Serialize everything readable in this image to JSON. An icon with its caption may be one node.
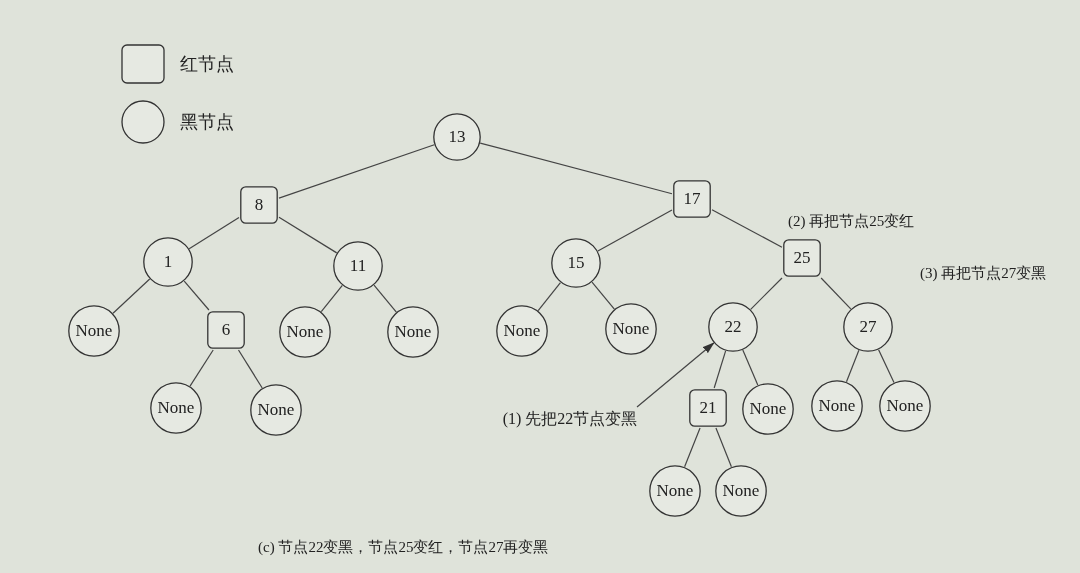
{
  "diagram": {
    "caption": "(c) 节点22变黑，节点25变红，节点27再变黑",
    "nodes": [
      {
        "text": [
          "13"
        ]
      },
      {
        "text": [
          "8"
        ]
      },
      {
        "text": [
          "17"
        ]
      },
      {
        "text": [
          "1"
        ]
      },
      {
        "text": [
          "11"
        ]
      },
      {
        "text": [
          "15"
        ]
      },
      {
        "text": [
          "25"
        ],
        "beside": [
          "(2) 再把节点25变红"
        ]
      },
      {
        "text": [
          "None"
        ]
      },
      {
        "text": [
          "6"
        ]
      },
      {
        "text": [
          "None"
        ]
      },
      {
        "text": [
          "None"
        ]
      },
      {
        "text": [
          "None"
        ]
      },
      {
        "text": [
          "None"
        ]
      },
      {
        "text": [
          "22"
        ]
      },
      {
        "text": [
          "27"
        ],
        "beside": [
          "(3) 再把节点27变黑"
        ]
      },
      {
        "text": [
          "None"
        ]
      },
      {
        "text": [
          "None"
        ]
      },
      {
        "text": [
          "21"
        ]
      },
      {
        "text": [
          "None"
        ]
      },
      {
        "text": [
          "None"
        ]
      },
      {
        "text": [
          "None"
        ]
      },
      {
        "text": [
          "None"
        ]
      },
      {
        "text": [
          "None"
        ]
      },
      {
        "text": [
          "(1) 先把22节点变黑"
        ]
      }
    ],
    "edges": [
      {
        "from": 0,
        "to": 1,
        "arrow": "none"
      },
      {
        "from": 0,
        "to": 2,
        "arrow": "none"
      },
      {
        "from": 1,
        "to": 3,
        "arrow": "none"
      },
      {
        "from": 1,
        "to": 4,
        "arrow": "none"
      },
      {
        "from": 2,
        "to": 5,
        "arrow": "none"
      },
      {
        "from": 2,
        "to": 6,
        "arrow": "none"
      },
      {
        "from": 3,
        "to": 7,
        "arrow": "none"
      },
      {
        "from": 3,
        "to": 8,
        "arrow": "none"
      },
      {
        "from": 4,
        "to": 9,
        "arrow": "none"
      },
      {
        "from": 4,
        "to": 10,
        "arrow": "none"
      },
      {
        "from": 5,
        "to": 11,
        "arrow": "none"
      },
      {
        "from": 5,
        "to": 12,
        "arrow": "none"
      },
      {
        "from": 6,
        "to": 13,
        "arrow": "none"
      },
      {
        "from": 6,
        "to": 14,
        "arrow": "none"
      },
      {
        "from": 8,
        "to": 15,
        "arrow": "none"
      },
      {
        "from": 8,
        "to": 16,
        "arrow": "none"
      },
      {
        "from": 13,
        "to": 17,
        "arrow": "none"
      },
      {
        "from": 13,
        "to": 18,
        "arrow": "none"
      },
      {
        "from": 14,
        "to": 19,
        "arrow": "none"
      },
      {
        "from": 14,
        "to": 20,
        "arrow": "none"
      },
      {
        "from": 17,
        "to": 21,
        "arrow": "none"
      },
      {
        "from": 17,
        "to": 22,
        "arrow": "none"
      },
      {
        "from": 23,
        "to": 13,
        "arrow": "to"
      }
    ],
    "legend": [
      {
        "text": "红节点"
      },
      {
        "text": "黑节点"
      }
    ]
  }
}
